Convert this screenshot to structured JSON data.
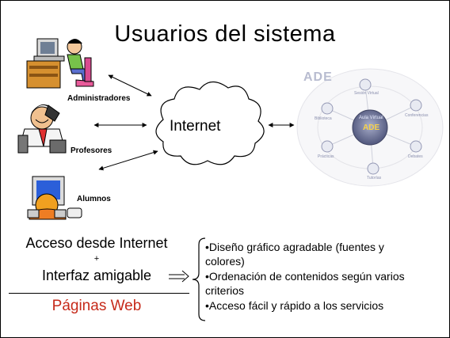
{
  "slide": {
    "title": "Usuarios del sistema",
    "users": [
      {
        "label": "Administradores",
        "icon": "admin-at-computer-icon"
      },
      {
        "label": "Profesores",
        "icon": "teacher-on-phone-icon"
      },
      {
        "label": "Alumnos",
        "icon": "student-at-computer-icon"
      }
    ],
    "internet": "Internet",
    "ade": {
      "logo": "ADE",
      "center_top": "Aula Virtual",
      "center": "ADE",
      "nodes": [
        "Sesión Virtual",
        "Conferencias",
        "Debates",
        "Tutorías",
        "Prácticas",
        "Biblioteca"
      ]
    },
    "left_text": {
      "line1": "Acceso desde Internet",
      "plus": "+",
      "line2": "Interfaz amigable",
      "result": "Páginas Web"
    },
    "bullets": [
      "•Diseño gráfico agradable (fuentes y",
      "colores)",
      "•Ordenación de contenidos según varios",
      "criterios",
      "•Acceso fácil y rápido a los servicios"
    ],
    "colors": {
      "accent": "#c62a1a",
      "ade": "#b8bcd0"
    }
  }
}
